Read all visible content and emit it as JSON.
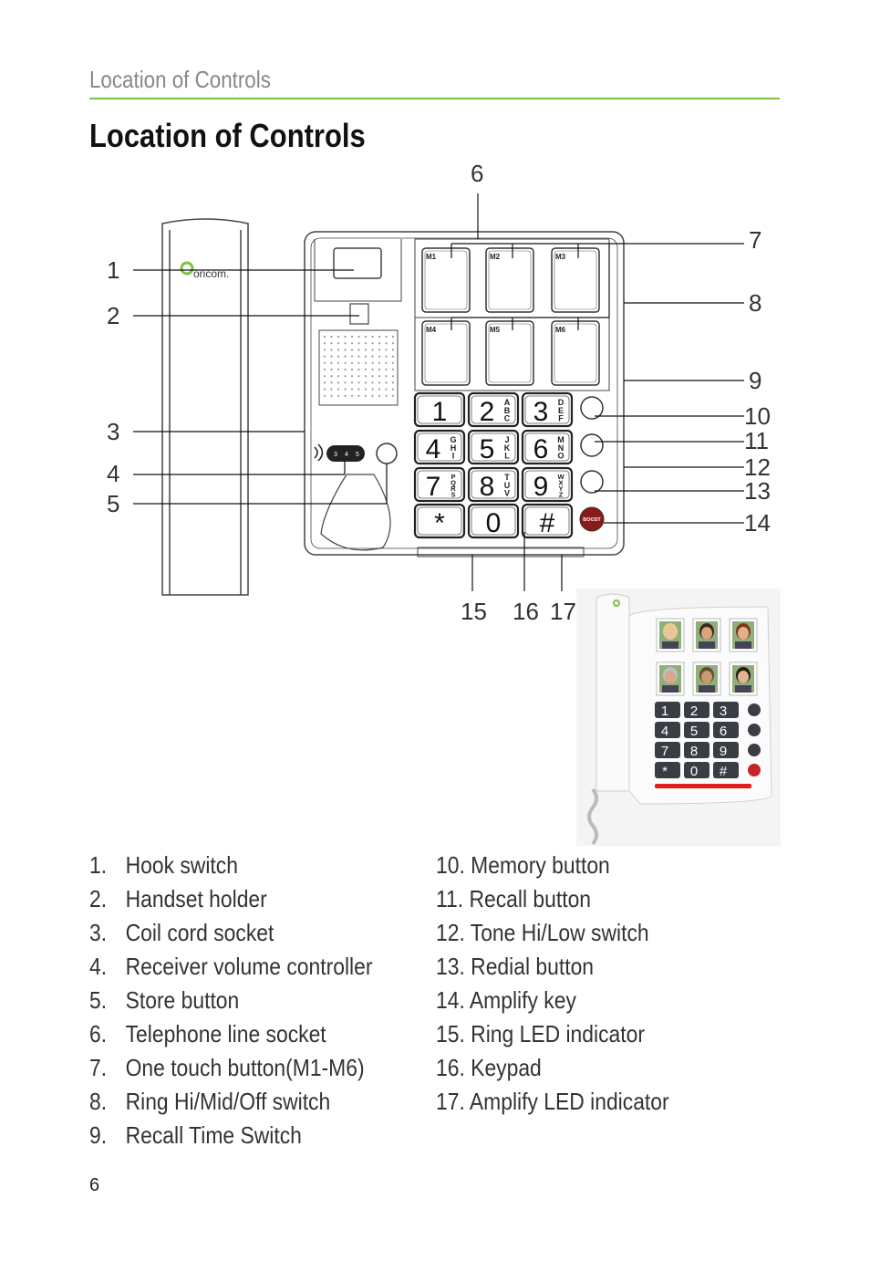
{
  "running_head": "Location of Controls",
  "page_title": "Location of Controls",
  "brand": "oricom.",
  "callouts": [
    "1",
    "2",
    "3",
    "4",
    "5",
    "6",
    "7",
    "8",
    "9",
    "10",
    "11",
    "12",
    "13",
    "14",
    "15",
    "16",
    "17"
  ],
  "memory_labels": [
    "M1",
    "M2",
    "M3",
    "M4",
    "M5",
    "M6"
  ],
  "volume_labels": [
    "3",
    "4",
    "5"
  ],
  "keypad": [
    {
      "digit": "1",
      "letters": ""
    },
    {
      "digit": "2",
      "letters": "ABC"
    },
    {
      "digit": "3",
      "letters": "DEF"
    },
    {
      "digit": "4",
      "letters": "GHI"
    },
    {
      "digit": "5",
      "letters": "JKL"
    },
    {
      "digit": "6",
      "letters": "MNO"
    },
    {
      "digit": "7",
      "letters": "PQRS"
    },
    {
      "digit": "8",
      "letters": "TUV"
    },
    {
      "digit": "9",
      "letters": "WXYZ"
    },
    {
      "digit": "*",
      "letters": ""
    },
    {
      "digit": "0",
      "letters": ""
    },
    {
      "digit": "#",
      "letters": ""
    }
  ],
  "boost_label": "BOOST",
  "controls_left": [
    {
      "num": "1.",
      "label": "Hook switch"
    },
    {
      "num": "2.",
      "label": "Handset holder"
    },
    {
      "num": "3.",
      "label": "Coil cord socket"
    },
    {
      "num": "4.",
      "label": "Receiver volume controller"
    },
    {
      "num": "5.",
      "label": "Store button"
    },
    {
      "num": "6.",
      "label": "Telephone line socket"
    },
    {
      "num": "7.",
      "label": "One touch button(M1-M6)"
    },
    {
      "num": "8.",
      "label": "Ring Hi/Mid/Off switch"
    },
    {
      "num": "9.",
      "label": "Recall Time Switch"
    }
  ],
  "controls_right": [
    {
      "num": "10.",
      "label": "Memory button"
    },
    {
      "num": "11.",
      "label": "Recall button"
    },
    {
      "num": "12.",
      "label": "Tone Hi/Low switch"
    },
    {
      "num": "13.",
      "label": "Redial button"
    },
    {
      "num": "14.",
      "label": "Amplify key"
    },
    {
      "num": "15.",
      "label": "Ring LED indicator"
    },
    {
      "num": "16.",
      "label": "Keypad"
    },
    {
      "num": "17.",
      "label": "Amplify LED indicator"
    }
  ],
  "page_number": "6",
  "colors": {
    "accent_rule": "#7dc242",
    "boost": "#8b1a1a",
    "photo_bar": "#e0201c"
  }
}
